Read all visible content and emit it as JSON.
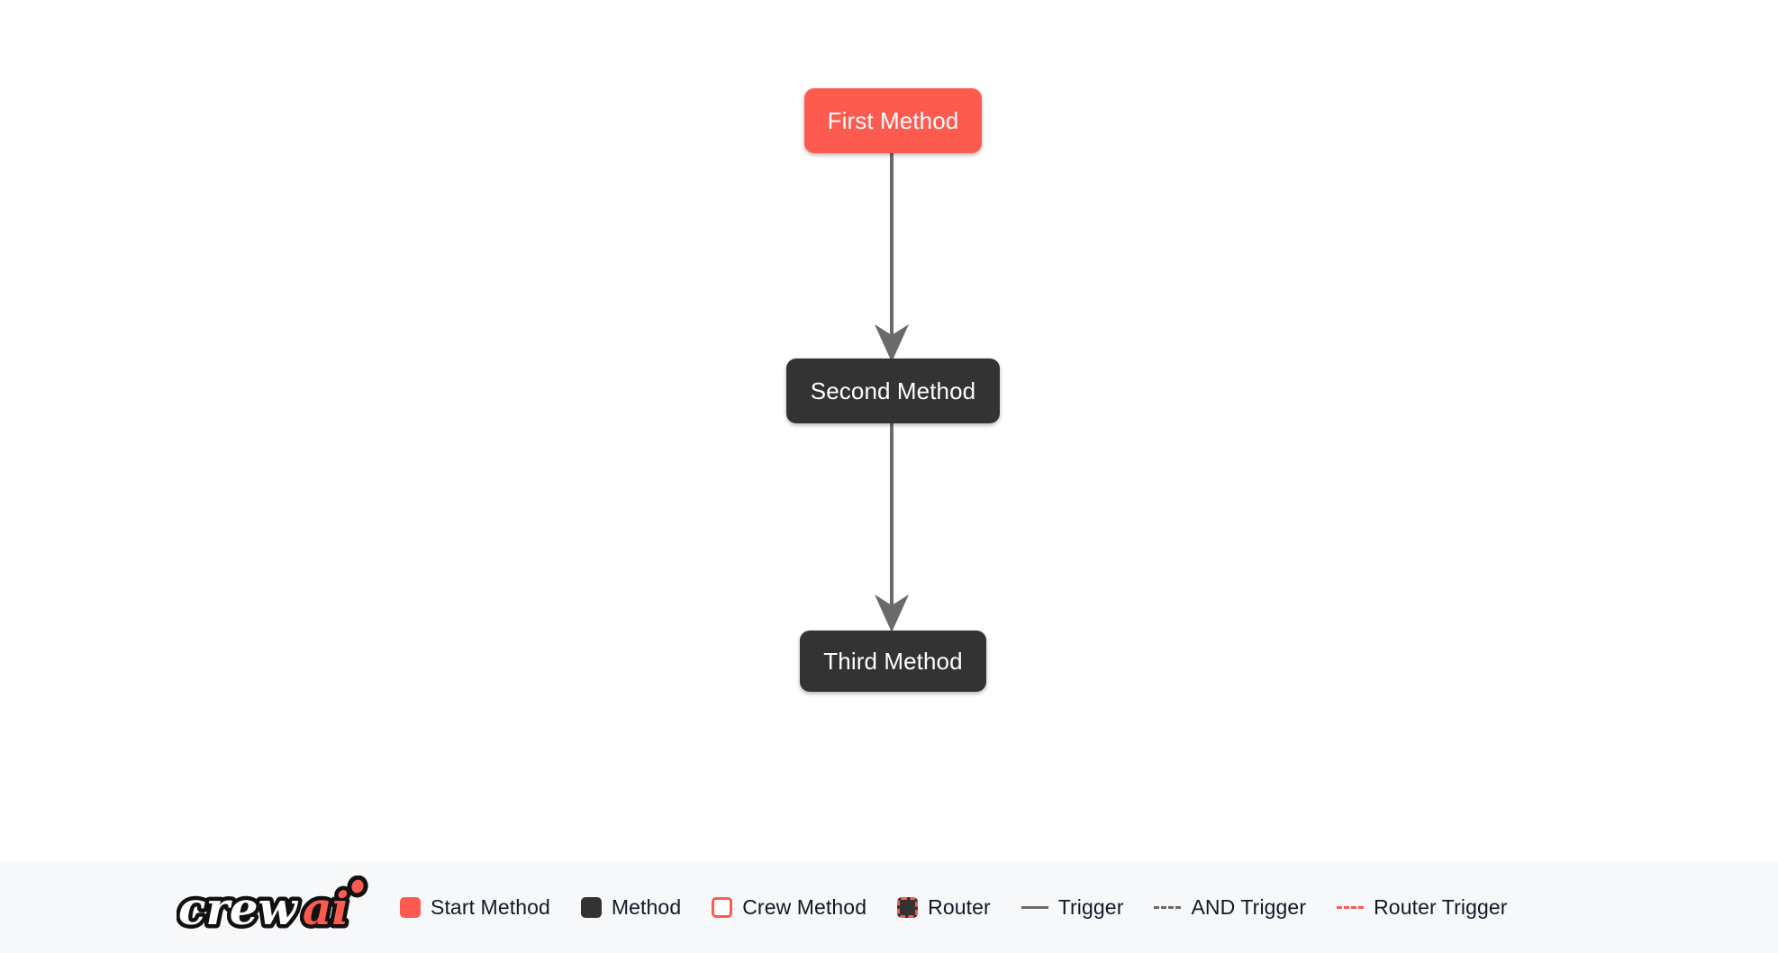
{
  "canvas": {
    "background_color": "#ffffff",
    "nodes": [
      {
        "id": "first",
        "label": "First Method",
        "type": "start-method",
        "color": "#fd5a50"
      },
      {
        "id": "second",
        "label": "Second Method",
        "type": "method",
        "color": "#333333"
      },
      {
        "id": "third",
        "label": "Third Method",
        "type": "method",
        "color": "#333333"
      }
    ],
    "edges": [
      {
        "from": "first",
        "to": "second",
        "style": "solid",
        "color": "#6a6a6a",
        "kind": "trigger"
      },
      {
        "from": "second",
        "to": "third",
        "style": "solid",
        "color": "#6a6a6a",
        "kind": "trigger"
      }
    ]
  },
  "legend": {
    "background_color": "#f7f8fa",
    "logo": {
      "name": "crewai-logo",
      "text_white": "crew",
      "text_red": "ai",
      "accent_color": "#fd5a50"
    },
    "items": [
      {
        "label": "Start Method",
        "marker": "square-filled-red",
        "color": "#fd5a50"
      },
      {
        "label": "Method",
        "marker": "square-filled-dark",
        "color": "#333333"
      },
      {
        "label": "Crew Method",
        "marker": "square-outline-red",
        "color": "#fd5a50"
      },
      {
        "label": "Router",
        "marker": "square-dashed-red",
        "color": "#fd5a50"
      },
      {
        "label": "Trigger",
        "marker": "line-solid-gray",
        "color": "#6a6a6a"
      },
      {
        "label": "AND Trigger",
        "marker": "line-dashed-gray",
        "color": "#6a6a6a"
      },
      {
        "label": "Router Trigger",
        "marker": "line-dashed-red",
        "color": "#fd5a50"
      }
    ]
  }
}
